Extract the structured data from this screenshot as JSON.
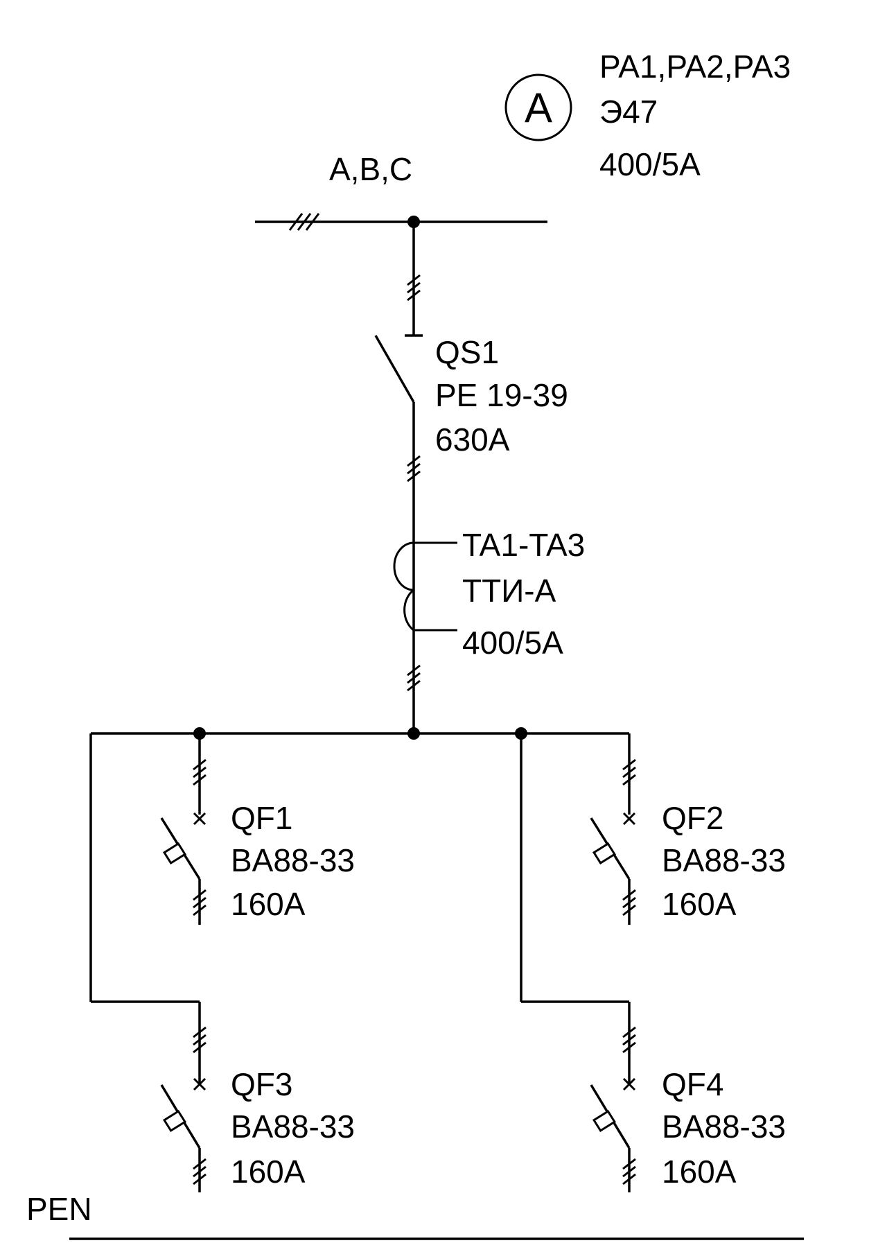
{
  "bus": {
    "phases": "A,B,C"
  },
  "ammeter": {
    "symbol": "A",
    "designation": "PA1,PA2,PA3",
    "type": "Э47",
    "rating": "400/5A"
  },
  "disconnector": {
    "designation": "QS1",
    "type": "PE 19-39",
    "rating": "630A"
  },
  "current_transformer": {
    "designation": "TA1-TA3",
    "type": "ТТИ-А",
    "rating": "400/5A"
  },
  "breakers": [
    {
      "designation": "QF1",
      "type": "BA88-33",
      "rating": "160A"
    },
    {
      "designation": "QF2",
      "type": "BA88-33",
      "rating": "160A"
    },
    {
      "designation": "QF3",
      "type": "BA88-33",
      "rating": "160A"
    },
    {
      "designation": "QF4",
      "type": "BA88-33",
      "rating": "160A"
    }
  ],
  "pen": {
    "label": "PEN"
  }
}
